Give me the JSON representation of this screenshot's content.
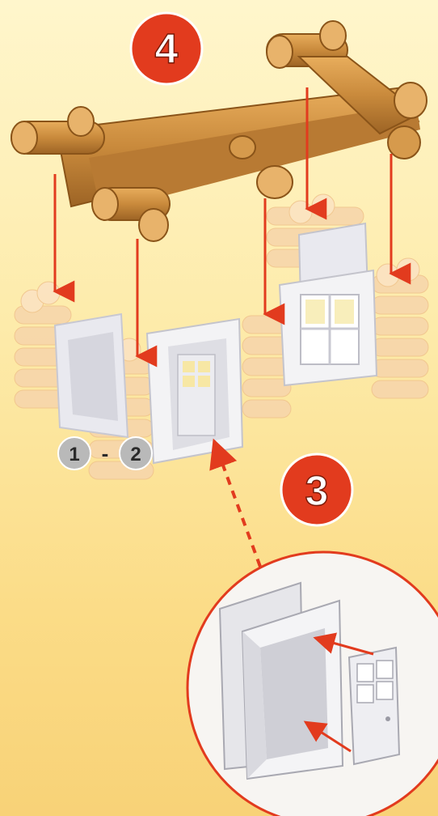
{
  "steps": {
    "step4": "4",
    "step3": "3",
    "sub_from": "1",
    "sub_dash": "-",
    "sub_to": "2"
  },
  "colors": {
    "accent_red": "#e23b1e",
    "log_brown": "#c98a3c",
    "faded_log": "#f6d2a2",
    "window_white": "#f2f2f4",
    "badge_grey": "#b9b9b9"
  },
  "icons": {
    "arrow": "down-arrow-icon",
    "zoom": "zoom-circle"
  }
}
